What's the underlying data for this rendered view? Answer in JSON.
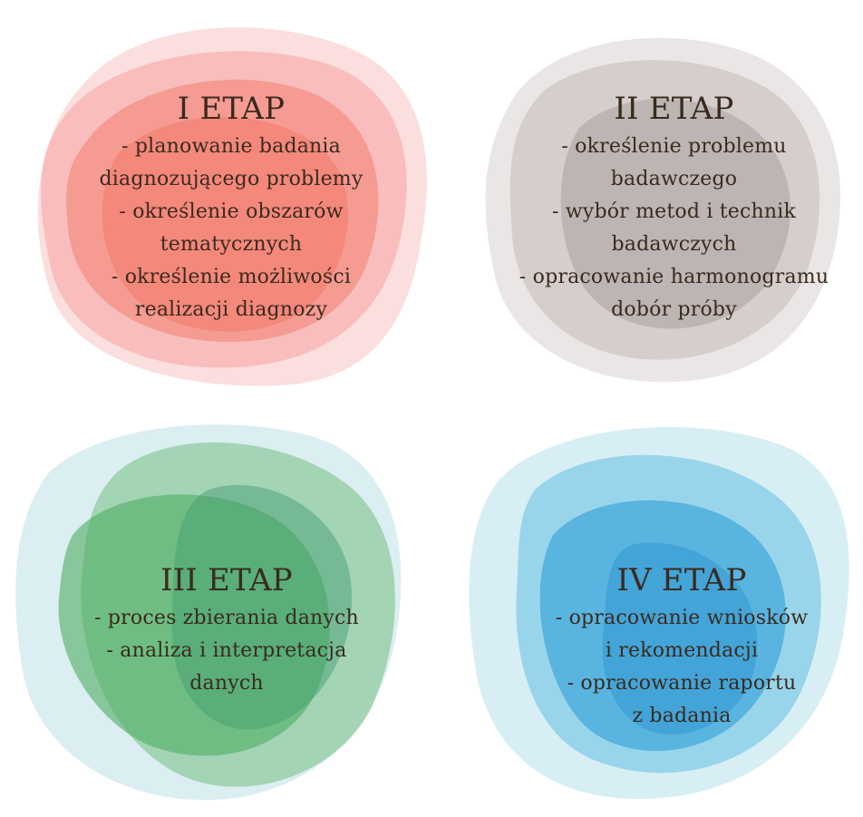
{
  "stages": [
    {
      "title": "I ETAP",
      "lines": [
        "- planowanie badania",
        "diagnozującego problemy",
        "- określenie obszarów",
        "tematycznych",
        "- określenie możliwości",
        "realizacji diagnozy"
      ],
      "color": "#f26a5e"
    },
    {
      "title": "II ETAP",
      "lines": [
        "- określenie problemu",
        "badawczego",
        "- wybór metod i technik",
        "badawczych",
        "- opracowanie harmonogramu",
        "dobór próby"
      ],
      "color": "#9a8f8c"
    },
    {
      "title": "III ETAP",
      "lines": [
        "- proces zbierania danych",
        "- analiza i interpretacja",
        "danych"
      ],
      "color": "#4aab5a"
    },
    {
      "title": "IV ETAP",
      "lines": [
        "- opracowanie wniosków",
        "i rekomendacji",
        "- opracowanie raportu",
        "z badania"
      ],
      "color": "#1e9ad6"
    }
  ]
}
